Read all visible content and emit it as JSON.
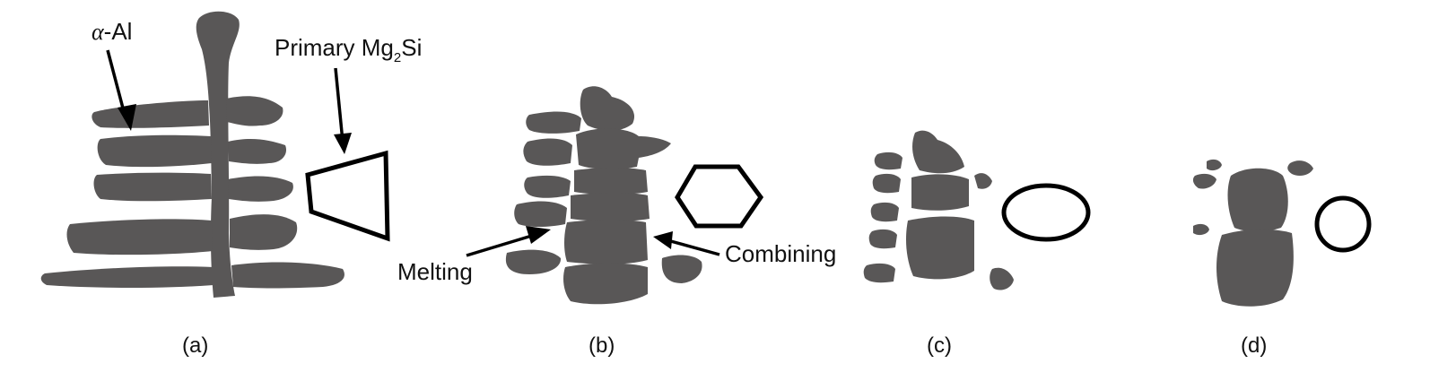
{
  "labels": {
    "alpha_al_greek": "α",
    "alpha_al_rest": "-Al",
    "primary_prefix": "Primary Mg",
    "primary_sub": "2",
    "primary_suffix": "Si",
    "melting": "Melting",
    "combining": "Combining"
  },
  "panels": [
    {
      "id": "a",
      "caption": "(a)"
    },
    {
      "id": "b",
      "caption": "(b)"
    },
    {
      "id": "c",
      "caption": "(c)"
    },
    {
      "id": "d",
      "caption": "(d)"
    }
  ],
  "colors": {
    "alpha_al_fill": "#595757",
    "outline": "#000000",
    "background": "#ffffff"
  }
}
